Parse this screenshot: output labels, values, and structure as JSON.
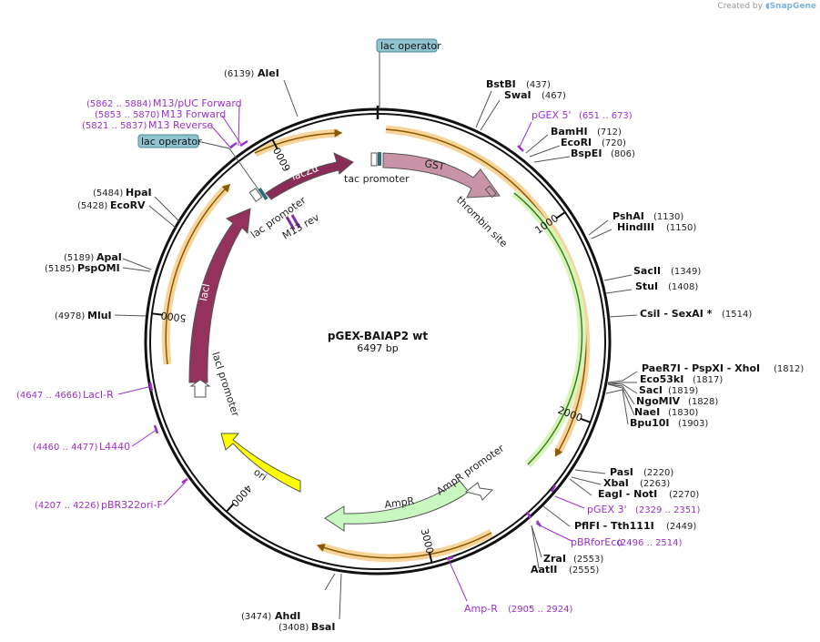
{
  "credit": {
    "prefix": "Created by",
    "brand": "SnapGene"
  },
  "plasmid": {
    "name": "pGEX-BAIAP2 wt",
    "length_label": "6497 bp",
    "length": 6497
  },
  "ticks": [
    {
      "pos": 1000,
      "label": "1000"
    },
    {
      "pos": 2000,
      "label": "2000"
    },
    {
      "pos": 3000,
      "label": "3000"
    },
    {
      "pos": 4000,
      "label": "4000"
    },
    {
      "pos": 5000,
      "label": "5000"
    },
    {
      "pos": 6000,
      "label": "6000"
    }
  ],
  "sites": [
    {
      "name": "AleI",
      "pos": "(6139)",
      "bp": 6139
    },
    {
      "name": "BstBI",
      "pos": "(437)",
      "bp": 437
    },
    {
      "name": "SwaI",
      "pos": "(467)",
      "bp": 467
    },
    {
      "name": "BamHI",
      "pos": "(712)",
      "bp": 712
    },
    {
      "name": "EcoRI",
      "pos": "(720)",
      "bp": 720
    },
    {
      "name": "BspEI",
      "pos": "(806)",
      "bp": 806
    },
    {
      "name": "PshAI",
      "pos": "(1130)",
      "bp": 1130
    },
    {
      "name": "HindIII",
      "pos": "(1150)",
      "bp": 1150
    },
    {
      "name": "SacII",
      "pos": "(1349)",
      "bp": 1349
    },
    {
      "name": "StuI",
      "pos": "(1408)",
      "bp": 1408
    },
    {
      "name": "CsiI - SexAI *",
      "pos": "(1514)",
      "bp": 1514
    },
    {
      "name": "PaeR7I - PspXI - XhoI",
      "pos": "(1812)",
      "bp": 1812
    },
    {
      "name": "Eco53kI",
      "pos": "(1817)",
      "bp": 1817
    },
    {
      "name": "SacI",
      "pos": "(1819)",
      "bp": 1819
    },
    {
      "name": "NgoMIV",
      "pos": "(1828)",
      "bp": 1828
    },
    {
      "name": "NaeI",
      "pos": "(1830)",
      "bp": 1830
    },
    {
      "name": "Bpu10I",
      "pos": "(1903)",
      "bp": 1903
    },
    {
      "name": "PasI",
      "pos": "(2220)",
      "bp": 2220
    },
    {
      "name": "XbaI",
      "pos": "(2263)",
      "bp": 2263
    },
    {
      "name": "EagI - NotI",
      "pos": "(2270)",
      "bp": 2270
    },
    {
      "name": "PflFI - Tth111I",
      "pos": "(2449)",
      "bp": 2449
    },
    {
      "name": "ZraI",
      "pos": "(2553)",
      "bp": 2553
    },
    {
      "name": "AatII",
      "pos": "(2555)",
      "bp": 2555
    },
    {
      "name": "BsaI",
      "pos": "(3408)",
      "bp": 3408
    },
    {
      "name": "AhdI",
      "pos": "(3474)",
      "bp": 3474
    },
    {
      "name": "MluI",
      "pos": "(4978)",
      "bp": 4978
    },
    {
      "name": "PspOMI",
      "pos": "(5185)",
      "bp": 5185
    },
    {
      "name": "ApaI",
      "pos": "(5189)",
      "bp": 5189
    },
    {
      "name": "EcoRV",
      "pos": "(5428)",
      "bp": 5428
    },
    {
      "name": "HpaI",
      "pos": "(5484)",
      "bp": 5484
    }
  ],
  "primers": [
    {
      "name": "M13/pUC Forward",
      "pos": "(5862 .. 5884)"
    },
    {
      "name": "M13 Forward",
      "pos": "(5853 .. 5870)"
    },
    {
      "name": "M13 Reverse",
      "pos": "(5821 .. 5837)"
    },
    {
      "name": "pGEX 5'",
      "pos": "(651 .. 673)"
    },
    {
      "name": "LacI-R",
      "pos": "(4647 .. 4666)"
    },
    {
      "name": "L4440",
      "pos": "(4460 .. 4477)"
    },
    {
      "name": "pBR322ori-F",
      "pos": "(4207 .. 4226)"
    },
    {
      "name": "pGEX 3'",
      "pos": "(2329 .. 2351)"
    },
    {
      "name": "pBRforEco",
      "pos": "(2496 .. 2514)"
    },
    {
      "name": "Amp-R",
      "pos": "(2905 .. 2924)"
    }
  ],
  "features": {
    "lacZa": "lacZα",
    "lacI": "lacI",
    "ori": "ori",
    "AmpR": "AmpR",
    "GST": "GST",
    "tac_promoter": "tac promoter",
    "lac_promoter": "lac promoter",
    "lacI_promoter": "lacI promoter",
    "AmpR_promoter": "AmpR promoter",
    "thrombin_site": "thrombin site",
    "M13_rev": "M13 rev",
    "lac_operator_top": "lac operator",
    "lac_operator_left": "lac operator"
  },
  "colors": {
    "lacZa": "#8b2b57",
    "lacI": "#94325d",
    "ori": "#ffff00",
    "AmpR": "#c8f7c0",
    "GST": "#c994a8",
    "ORF_orange": "#f6d49a",
    "ORF_green": "#d8f5bc",
    "primer": "#9b30c8",
    "operator": "#8fc3d0"
  }
}
